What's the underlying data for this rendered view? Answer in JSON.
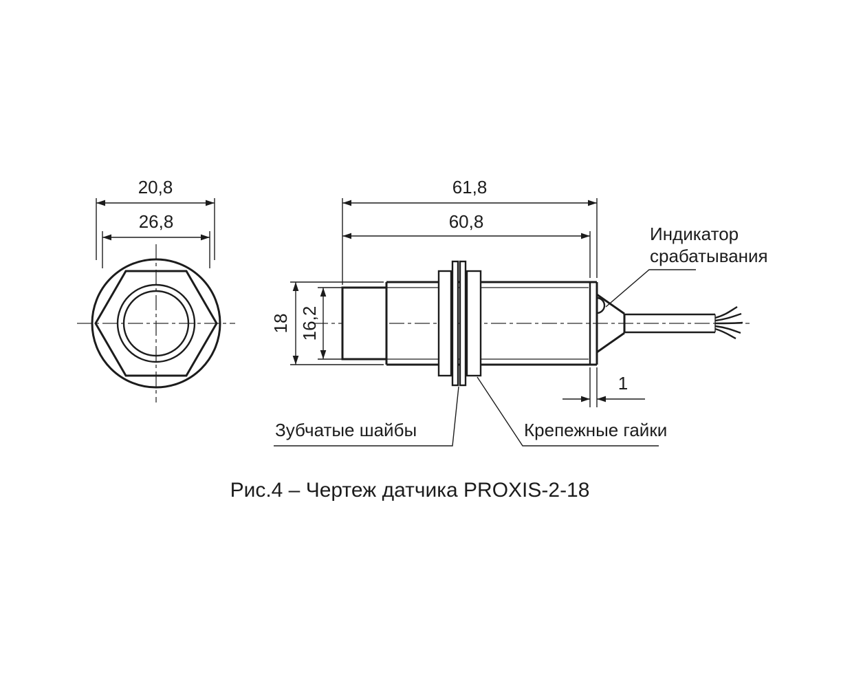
{
  "page": {
    "background_color": "#ffffff",
    "line_color": "#1c1c1c"
  },
  "caption": "Рис.4 – Чертеж датчика PROXIS-2-18",
  "front_view": {
    "dim_width_outer": "20,8",
    "dim_width_hex": "26,8"
  },
  "side_view": {
    "dim_length_total": "61,8",
    "dim_length_body": "60,8",
    "dim_diameter_body": "18",
    "dim_diameter_face": "16,2",
    "dim_end_ring": "1"
  },
  "callouts": {
    "indicator_line1": "Индикатор",
    "indicator_line2": "срабатывания",
    "washers": "Зубчатые шайбы",
    "nuts": "Крепежные гайки"
  }
}
